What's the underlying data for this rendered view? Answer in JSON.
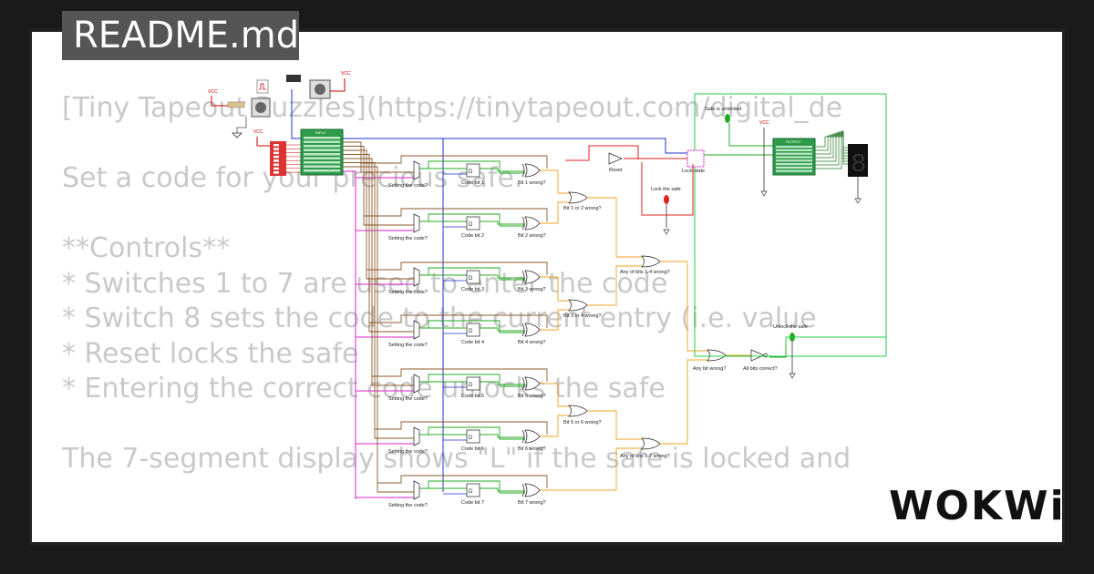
{
  "tab": {
    "title": "README.md"
  },
  "readme": {
    "lines": [
      "[Tiny Tapeout Puzzles](https://tinytapeout.com/digital_de",
      "",
      "Set a code for your precious safe.",
      "",
      "**Controls**",
      "* Switches 1 to 7 are used to enter the code",
      "* Switch 8 sets the code to the current entry (i.e. value",
      "* Reset locks the safe",
      "* Entering the correct code unlocks the safe",
      "",
      "The 7-segment display shows \"L\" if the safe is locked and"
    ]
  },
  "circuit": {
    "labels": {
      "safe_unlocked": "Safe is unlocked",
      "reset": "Reset",
      "lock_state": "Lock state",
      "lock_the_safe": "Lock the safe",
      "any_bits_1_4": "Any of bits 1-4 wrong?",
      "bit_1_or_2": "Bit 1 or 2 wrong?",
      "bit_3_or_4": "Bit 3 or 4 wrong?",
      "bit_5_or_6": "Bit 5 or 6 wrong?",
      "any_bits_5_7": "Any of bits 5-7 wrong?",
      "any_bit_wrong": "Any bit wrong?",
      "all_bits_correct": "All bits correct?",
      "unlock_the_safe": "Unlock the safe",
      "input_chip": "INPUT",
      "output_chip": "OUTPUT",
      "vcc": "VCC",
      "display_digit": "8"
    },
    "rows": [
      {
        "setting": "Setting the code?",
        "code_bit": "Code bit 1",
        "wrong": "Bit 1 wrong?"
      },
      {
        "setting": "Setting the code?",
        "code_bit": "Code bit 2",
        "wrong": "Bit 2 wrong?"
      },
      {
        "setting": "Setting the code?",
        "code_bit": "Code bit 3",
        "wrong": "Bit 3 wrong?"
      },
      {
        "setting": "Setting the code?",
        "code_bit": "Code bit 4",
        "wrong": "Bit 4 wrong?"
      },
      {
        "setting": "Setting the code?",
        "code_bit": "Code bit 5",
        "wrong": "Bit 5 wrong?"
      },
      {
        "setting": "Setting the code?",
        "code_bit": "Code bit 6",
        "wrong": "Bit 6 wrong?"
      },
      {
        "setting": "Setting the code?",
        "code_bit": "Code bit 7",
        "wrong": "Bit 7 wrong?"
      }
    ]
  },
  "brand": {
    "logo": "WOKWi"
  },
  "colors": {
    "background": "#1a1a1a",
    "card": "#ffffff",
    "wire_brown": "#8b5a2b",
    "wire_blue": "#2233cc",
    "wire_magenta": "#dd22cc",
    "wire_green": "#22aa22",
    "wire_orange": "#f0a020",
    "wire_red": "#dd2222",
    "chip_green": "#2e9b4a",
    "dip_red": "#dd3333"
  }
}
